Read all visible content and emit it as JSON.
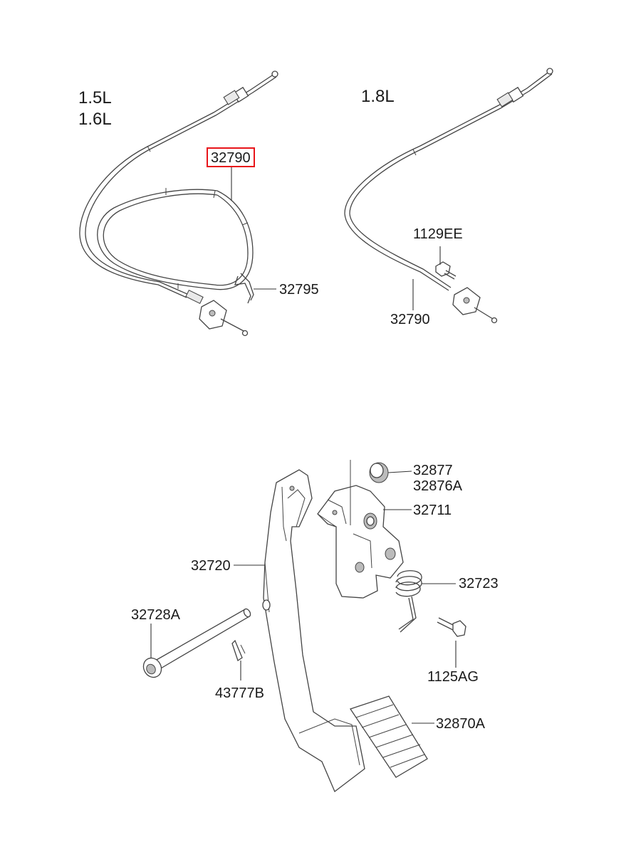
{
  "engines": {
    "left_1": "1.5L",
    "left_2": "1.6L",
    "right": "1.8L"
  },
  "labels": {
    "cable_left": "32790",
    "clip": "32795",
    "bolt_top": "1129EE",
    "cable_right": "32790",
    "cap": "32877",
    "cap_alt": "32876A",
    "bracket": "32711",
    "pedal_arm": "32720",
    "spring": "32723",
    "shaft": "32728A",
    "bolt_bottom": "1125AG",
    "pin": "43777B",
    "pad": "32870A"
  },
  "highlight": {
    "part": "32790",
    "color": "#e8141a"
  }
}
